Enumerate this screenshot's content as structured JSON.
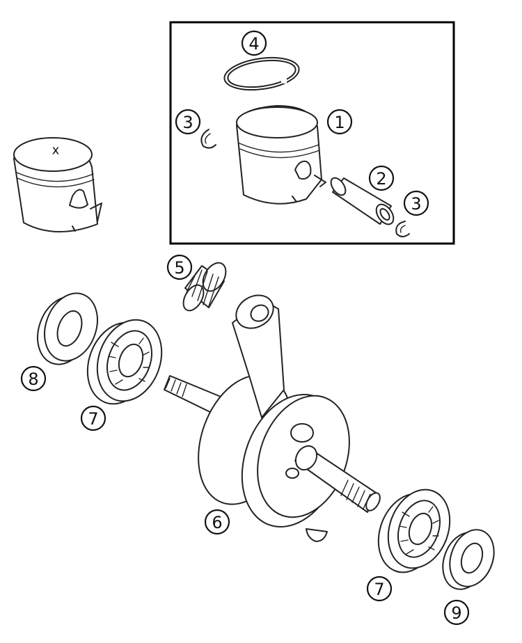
{
  "diagram": {
    "piston_marking": "x",
    "callouts": [
      {
        "id": "piston",
        "label": "1"
      },
      {
        "id": "piston-pin",
        "label": "2"
      },
      {
        "id": "circlip-left",
        "label": "3"
      },
      {
        "id": "circlip-right",
        "label": "3"
      },
      {
        "id": "piston-ring",
        "label": "4"
      },
      {
        "id": "needle-bearing",
        "label": "5"
      },
      {
        "id": "crankshaft",
        "label": "6"
      },
      {
        "id": "main-bearing-left",
        "label": "7"
      },
      {
        "id": "main-bearing-right",
        "label": "7"
      },
      {
        "id": "shaft-seal-left",
        "label": "8"
      },
      {
        "id": "shaft-seal-right",
        "label": "9"
      }
    ]
  }
}
